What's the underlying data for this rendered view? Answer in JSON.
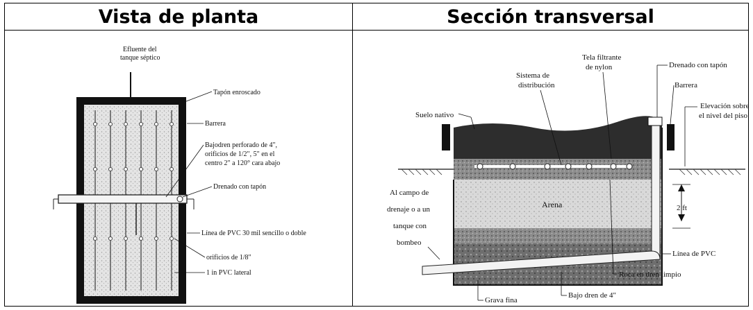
{
  "headers": {
    "plan": "Vista de planta",
    "section": "Sección transversal"
  },
  "plan_labels": {
    "effluent": [
      "Efluente del",
      "tanque séptico"
    ],
    "cap": "Tapón enroscado",
    "barrier": "Barrera",
    "underdrain": [
      "Bajodren perforado de 4\",",
      "orificios de 1/2\", 5\" en el",
      "centro 2\" a 120° cara abajo"
    ],
    "drain_cap": "Drenado con tapón",
    "pvc_line": "Línea de PVC 30 mil sencillo o doble",
    "holes": "orificios de 1/8\"",
    "lateral": "1 in PVC lateral"
  },
  "section_labels": {
    "native_soil": "Suelo nativo",
    "distribution": [
      "Sistema de",
      "distribución"
    ],
    "fabric": [
      "Tela filtrante",
      "de nylon"
    ],
    "drain_cap": "Drenado con tapón",
    "barrier": "Barrera",
    "elevation": [
      "Elevación sobre",
      "el nivel del piso"
    ],
    "to_field": [
      "Al campo de",
      "drenaje o a un",
      "tanque con",
      "bombeo"
    ],
    "sand": "Arena",
    "height": "2 ft",
    "pvc_line": "Línea de PVC",
    "clean_rock": "Roca en dren limpio",
    "fine_gravel": "Grava fina",
    "underdrain": "Bajo dren de 4\""
  },
  "colors": {
    "border": "#000000",
    "soil_dark": "#2d2d2d",
    "sand": "#d8d8d8",
    "gravel": "#8f8f8f",
    "liner": "#1a1a1a"
  }
}
